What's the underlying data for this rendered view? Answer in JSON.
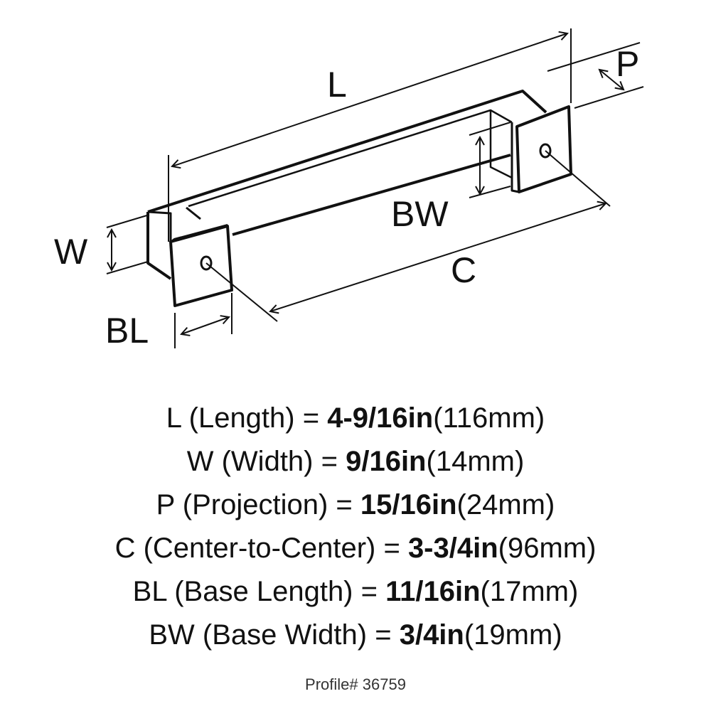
{
  "diagram": {
    "labels": {
      "L": "L",
      "P": "P",
      "W": "W",
      "BW": "BW",
      "C": "C",
      "BL": "BL"
    }
  },
  "specs": [
    {
      "key": "L",
      "name": "(Length) =",
      "imperial": "4-9/16in",
      "metric": "(116mm)"
    },
    {
      "key": "W",
      "name": "(Width) =",
      "imperial": "9/16in",
      "metric": "(14mm)"
    },
    {
      "key": "P",
      "name": "(Projection) =",
      "imperial": "15/16in",
      "metric": "(24mm)"
    },
    {
      "key": "C",
      "name": "(Center-to-Center) =",
      "imperial": "3-3/4in",
      "metric": "(96mm)"
    },
    {
      "key": "BL",
      "name": "(Base Length) =",
      "imperial": "11/16in",
      "metric": "(17mm)"
    },
    {
      "key": "BW",
      "name": "(Base Width) =",
      "imperial": "3/4in",
      "metric": "(19mm)"
    }
  ],
  "profile": "Profile# 36759"
}
